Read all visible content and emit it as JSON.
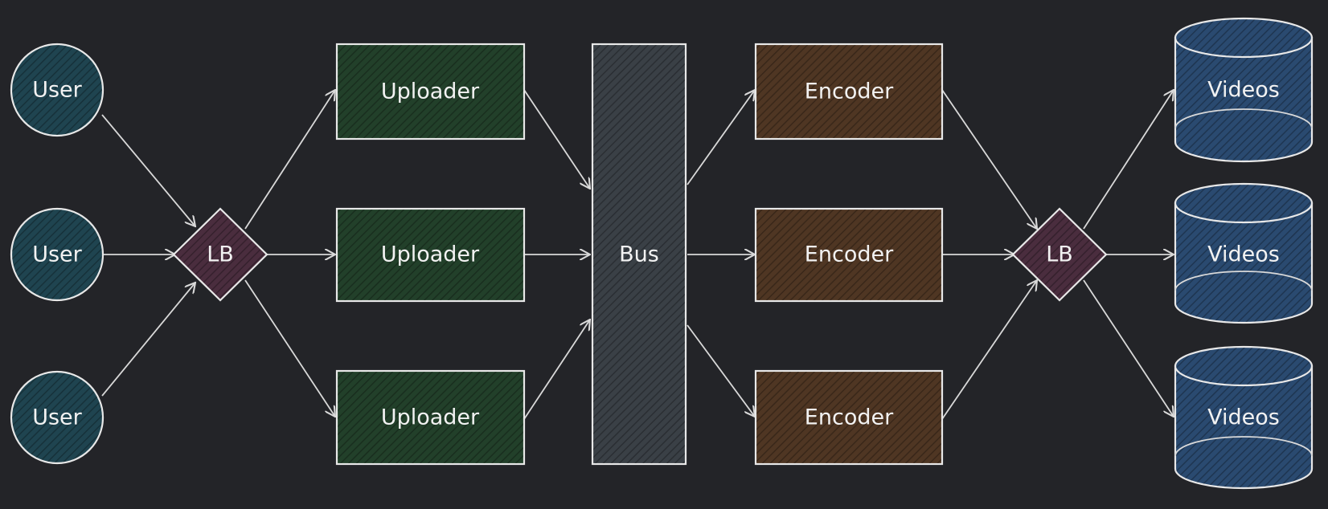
{
  "colors": {
    "background": "#232428",
    "user": "#1f4450",
    "lb": "#4a2d3e",
    "uploader": "#22402a",
    "bus": "#3a4046",
    "encoder": "#4f3623",
    "videos": "#2a4a70",
    "stroke": "#e8e8e8"
  },
  "nodes": {
    "users": [
      {
        "label": "User"
      },
      {
        "label": "User"
      },
      {
        "label": "User"
      }
    ],
    "lb_in": {
      "label": "LB"
    },
    "uploaders": [
      {
        "label": "Uploader"
      },
      {
        "label": "Uploader"
      },
      {
        "label": "Uploader"
      }
    ],
    "bus": {
      "label": "Bus"
    },
    "encoders": [
      {
        "label": "Encoder"
      },
      {
        "label": "Encoder"
      },
      {
        "label": "Encoder"
      }
    ],
    "lb_out": {
      "label": "LB"
    },
    "videos": [
      {
        "label": "Videos"
      },
      {
        "label": "Videos"
      },
      {
        "label": "Videos"
      }
    ]
  }
}
